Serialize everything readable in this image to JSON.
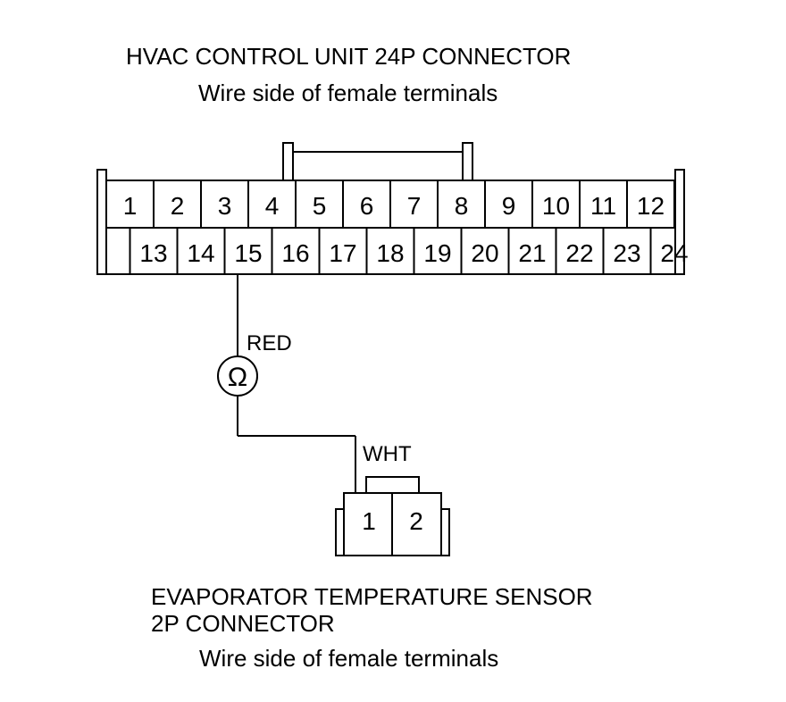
{
  "hvac_connector": {
    "title": "HVAC CONTROL UNIT 24P CONNECTOR",
    "subtitle": "Wire side of female terminals",
    "top_row": [
      "1",
      "2",
      "3",
      "4",
      "5",
      "6",
      "7",
      "8",
      "9",
      "10",
      "11",
      "12"
    ],
    "bottom_row": [
      "13",
      "14",
      "15",
      "16",
      "17",
      "18",
      "19",
      "20",
      "21",
      "22",
      "23",
      "24"
    ]
  },
  "wire": {
    "color_upper": "RED",
    "ohm_symbol": "Ω",
    "color_lower": "WHT"
  },
  "sensor_connector": {
    "title_line1": "EVAPORATOR TEMPERATURE SENSOR",
    "title_line2": "2P CONNECTOR",
    "subtitle": "Wire side of female terminals",
    "pins": [
      "1",
      "2"
    ]
  }
}
